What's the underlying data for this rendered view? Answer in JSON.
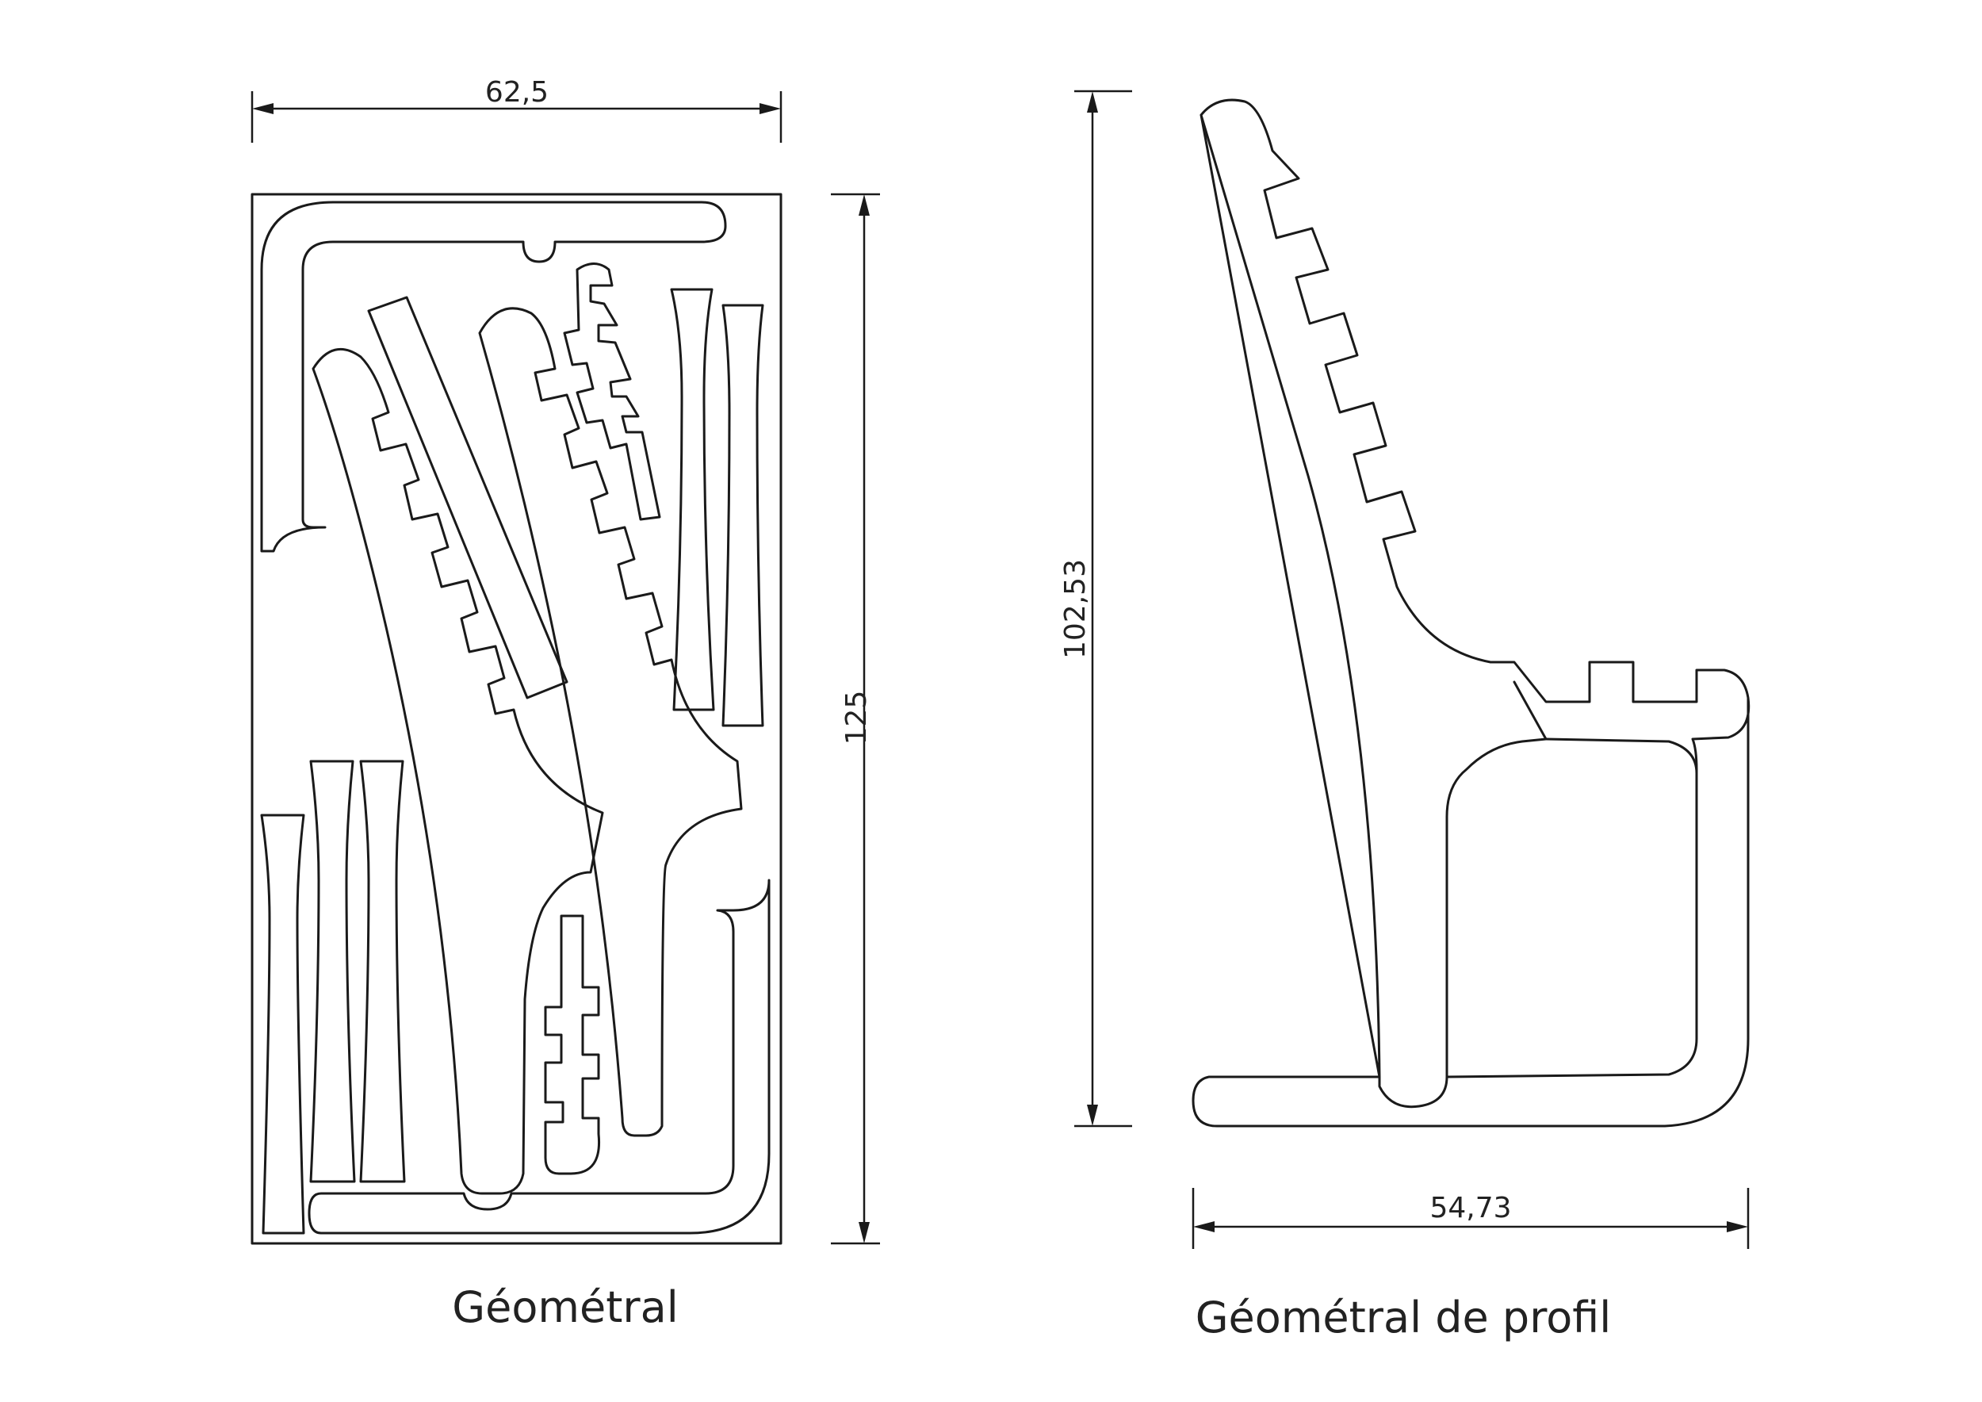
{
  "left_view": {
    "caption": "Géométral",
    "dim_width": "62,5",
    "dim_height": "125"
  },
  "right_view": {
    "caption": "Géométral de profil",
    "dim_height": "102,53",
    "dim_width": "54,73"
  }
}
